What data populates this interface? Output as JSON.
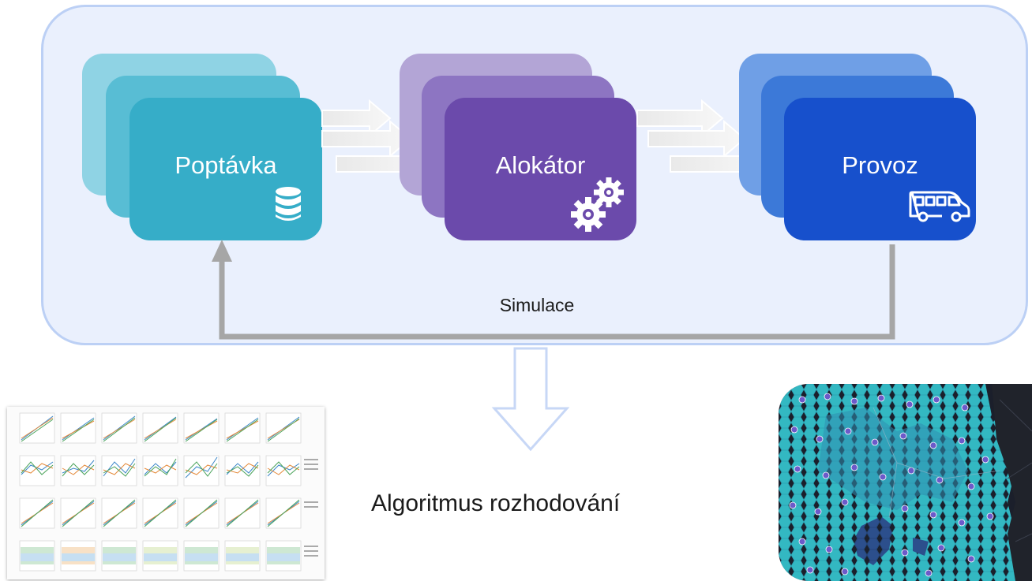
{
  "diagram": {
    "nodes": [
      {
        "id": "demand",
        "label": "Poptávka",
        "icon": "database-icon"
      },
      {
        "id": "allocator",
        "label": "Alokátor",
        "icon": "gears-icon"
      },
      {
        "id": "operations",
        "label": "Provoz",
        "icon": "van-icon"
      }
    ],
    "loop_label": "Simulace",
    "output_label": "Algoritmus rozhodování"
  },
  "colors": {
    "panel_fill": "#eaf0fd",
    "panel_border": "#bcd0f5",
    "demand": "#36adc8",
    "allocator": "#6b4aab",
    "operations": "#1750cc",
    "feedback_arrow": "#a6a6a6",
    "output_arrow": "#d9e4fb"
  },
  "images": {
    "charts_thumbnail": "plot-grid-thumbnail",
    "map_thumbnail": "hexbin-map-thumbnail"
  }
}
